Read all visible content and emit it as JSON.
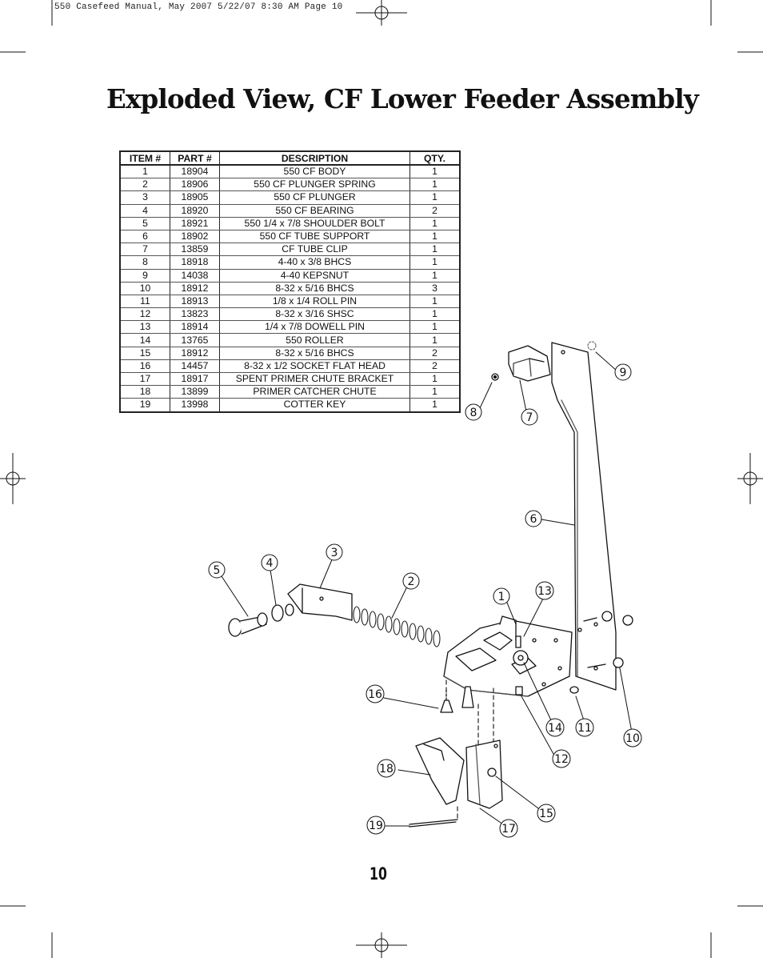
{
  "header": {
    "slug": "550 Casefeed Manual, May 2007  5/22/07  8:30 AM  Page 10"
  },
  "title": "Exploded View, CF Lower Feeder Assembly",
  "table": {
    "headers": [
      "ITEM #",
      "PART #",
      "DESCRIPTION",
      "QTY."
    ],
    "rows": [
      [
        "1",
        "18904",
        "550 CF BODY",
        "1"
      ],
      [
        "2",
        "18906",
        "550 CF PLUNGER SPRING",
        "1"
      ],
      [
        "3",
        "18905",
        "550 CF PLUNGER",
        "1"
      ],
      [
        "4",
        "18920",
        "550 CF BEARING",
        "2"
      ],
      [
        "5",
        "18921",
        "550 1/4 x 7/8 SHOULDER BOLT",
        "1"
      ],
      [
        "6",
        "18902",
        "550 CF TUBE SUPPORT",
        "1"
      ],
      [
        "7",
        "13859",
        "CF TUBE CLIP",
        "1"
      ],
      [
        "8",
        "18918",
        "4-40 x 3/8 BHCS",
        "1"
      ],
      [
        "9",
        "14038",
        "4-40 KEPSNUT",
        "1"
      ],
      [
        "10",
        "18912",
        "8-32 x 5/16 BHCS",
        "3"
      ],
      [
        "11",
        "18913",
        "1/8 x 1/4 ROLL PIN",
        "1"
      ],
      [
        "12",
        "13823",
        "8-32 x 3/16 SHSC",
        "1"
      ],
      [
        "13",
        "18914",
        "1/4 x 7/8 DOWELL PIN",
        "1"
      ],
      [
        "14",
        "13765",
        "550 ROLLER",
        "1"
      ],
      [
        "15",
        "18912",
        "8-32 x 5/16 BHCS",
        "2"
      ],
      [
        "16",
        "14457",
        "8-32 x 1/2 SOCKET FLAT HEAD",
        "2"
      ],
      [
        "17",
        "18917",
        "SPENT PRIMER CHUTE BRACKET",
        "1"
      ],
      [
        "18",
        "13899",
        "PRIMER CATCHER CHUTE",
        "1"
      ],
      [
        "19",
        "13998",
        "COTTER KEY",
        "1"
      ]
    ]
  },
  "callouts": [
    "1",
    "2",
    "3",
    "4",
    "5",
    "6",
    "7",
    "8",
    "9",
    "10",
    "11",
    "12",
    "13",
    "14",
    "15",
    "16",
    "17",
    "18",
    "19"
  ],
  "page_number": "10"
}
